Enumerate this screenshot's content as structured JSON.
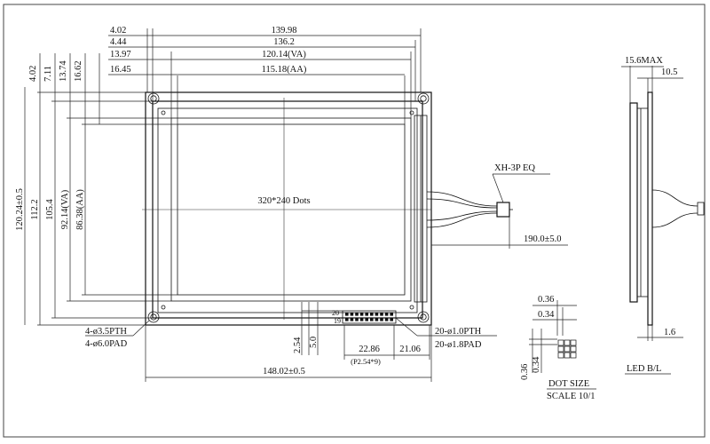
{
  "front": {
    "top_dims": [
      "139.98",
      "136.2",
      "120.14(VA)",
      "115.18(AA)"
    ],
    "top_left_offsets": [
      "4.02",
      "4.44",
      "13.97",
      "16.45"
    ],
    "left_offsets": [
      "4.02",
      "7.11",
      "13.74",
      "16.62"
    ],
    "left_dims": [
      "120.24±0.5",
      "112.2",
      "105.4",
      "92.14(VA)",
      "86.38(AA)"
    ],
    "center_label": "320*240 Dots",
    "connector_label": "XH-3P EQ",
    "cable_length": "190.0±5.0",
    "hole_pth": "4-ø3.5PTH",
    "hole_pad": "4-ø6.0PAD",
    "pin_pth": "20-ø1.0PTH",
    "pin_pad": "20-ø1.8PAD",
    "pin_first": "20",
    "pin_second": "19",
    "pitch_total": "22.86",
    "pitch_note": "(P2.54*9)",
    "pin_offset": "21.06",
    "pin_dim_1": "2.54",
    "pin_dim_2": "5.0",
    "bottom_width": "148.02±0.5"
  },
  "dot": {
    "top_1": "0.36",
    "top_2": "0.34",
    "left_1": "0.36",
    "left_2": "0.34",
    "title": "DOT SIZE",
    "scale": "SCALE 10/1"
  },
  "side": {
    "thickness": "15.6MAX",
    "depth": "10.5",
    "pcb": "1.6",
    "led": "LED B/L"
  }
}
